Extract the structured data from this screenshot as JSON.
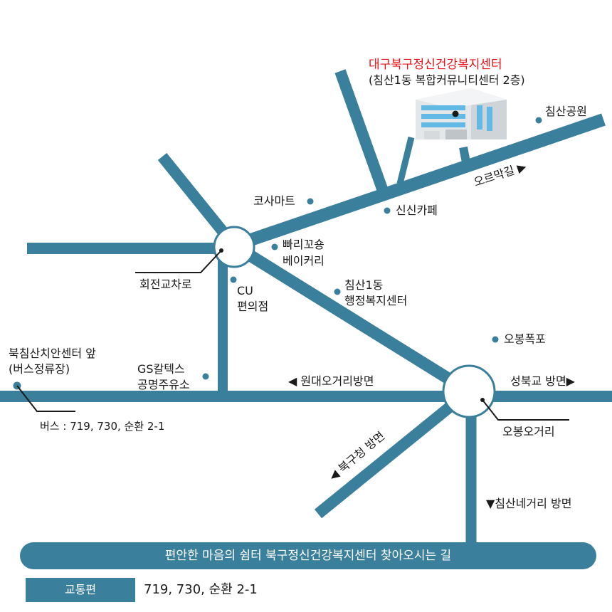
{
  "colors": {
    "road": "#3a7f9c",
    "label_highlight": "#e8141b",
    "text": "#1a1a1a",
    "background": "#ffffff"
  },
  "destination": {
    "name": "대구북구정신건강복지센터",
    "location_note": "(침산1동 복합커뮤니티센터 2층)",
    "icon": "building-icon"
  },
  "landmarks": {
    "park": "침산공원",
    "mart": "코사마트",
    "cafe": "신신카페",
    "bakery_line1": "빠리꼬숑",
    "bakery_line2": "베이커리",
    "convenience_line1": "CU",
    "convenience_line2": "편의점",
    "admin_center_line1": "침산1동",
    "admin_center_line2": "행정복지센터",
    "waterfall": "오봉폭포",
    "gas_station_line1": "GS칼텍스",
    "gas_station_line2": "공명주유소",
    "bus_stop_line1": "북침산치안센터 앞",
    "bus_stop_line2": "(버스정류장)"
  },
  "junctions": {
    "rotary": "회전교차로",
    "obong": "오봉오거리"
  },
  "directions": {
    "uphill": "오르막길 ▶",
    "wondae": "◀ 원대오거리방면",
    "seongbukgyo": "성북교 방면▶",
    "bukgucheong": "◀ 북구청 방면",
    "chimsan": "▼침산네거리 방면"
  },
  "bus_info": "버스 : 719, 730, 순환 2-1",
  "banner": "편안한 마음의 쉼터 북구정신건강복지센터 찾아오시는 길",
  "transit": {
    "label": "교통편",
    "value": "719, 730, 순환 2-1"
  }
}
